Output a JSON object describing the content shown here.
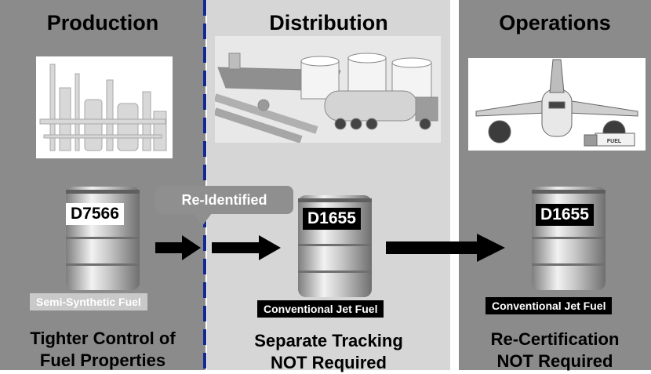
{
  "panels": {
    "production": {
      "title": "Production",
      "drum_label": "D7566",
      "fuel_label": "Semi-Synthetic Fuel",
      "bottom_line1": "Tighter Control of",
      "bottom_line2": "Fuel Properties"
    },
    "distribution": {
      "title": "Distribution",
      "drum_label": "D1655",
      "fuel_label": "Conventional Jet Fuel",
      "bottom_line1": "Separate Tracking",
      "bottom_line2": "NOT Required"
    },
    "operations": {
      "title": "Operations",
      "drum_label": "D1655",
      "fuel_label": "Conventional Jet Fuel",
      "bottom_line1": "Re-Certification",
      "bottom_line2": "NOT Required",
      "truck_text": "FUEL"
    }
  },
  "callout": {
    "text": "Re-Identified"
  },
  "colors": {
    "panel_dark": "#8b8b8b",
    "panel_light": "#d6d6d6",
    "divider": "#14288f"
  }
}
